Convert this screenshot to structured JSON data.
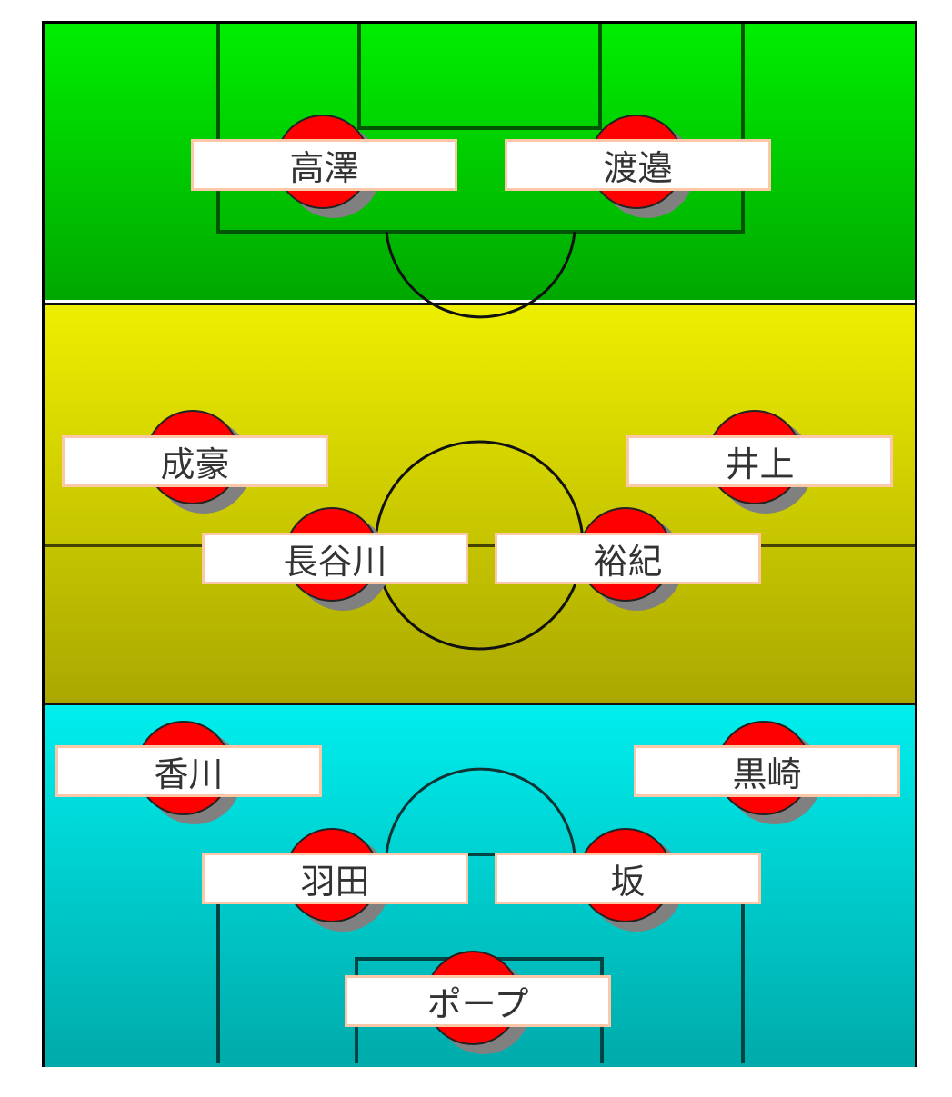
{
  "zones": {
    "forward": "#00ee00",
    "midfield": "#eeee00",
    "defense": "#00eeee"
  },
  "player_color": "#ff0000",
  "players": [
    {
      "name": "高澤"
    },
    {
      "name": "渡邉"
    },
    {
      "name": "成豪"
    },
    {
      "name": "井上"
    },
    {
      "name": "長谷川"
    },
    {
      "name": "裕紀"
    },
    {
      "name": "香川"
    },
    {
      "name": "黒崎"
    },
    {
      "name": "羽田"
    },
    {
      "name": "坂"
    },
    {
      "name": "ポープ"
    }
  ]
}
